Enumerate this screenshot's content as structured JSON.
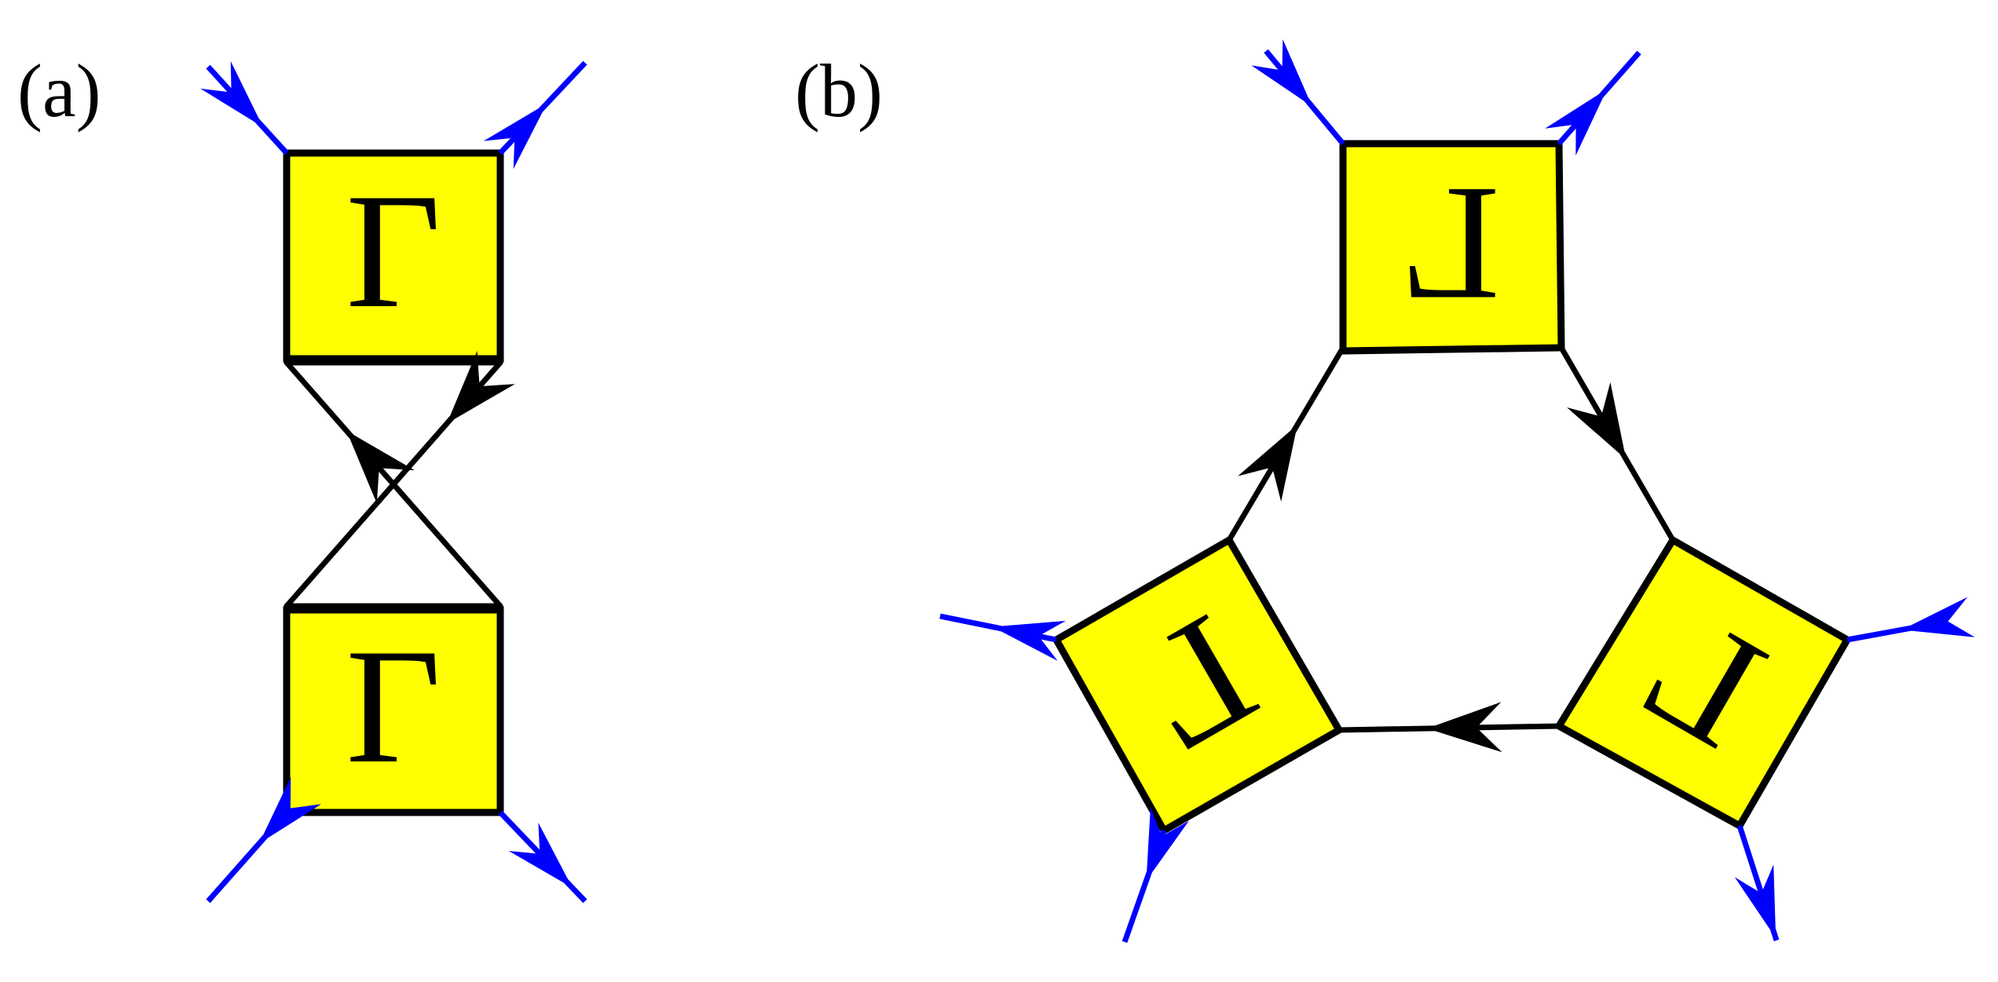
{
  "panels": {
    "a": {
      "label": "(a)"
    },
    "b": {
      "label": "(b)"
    }
  },
  "vertex": {
    "symbol": "Γ"
  },
  "colors": {
    "box_fill": "#FFFF00",
    "internal_line": "#000000",
    "external_leg": "#0000FF"
  }
}
